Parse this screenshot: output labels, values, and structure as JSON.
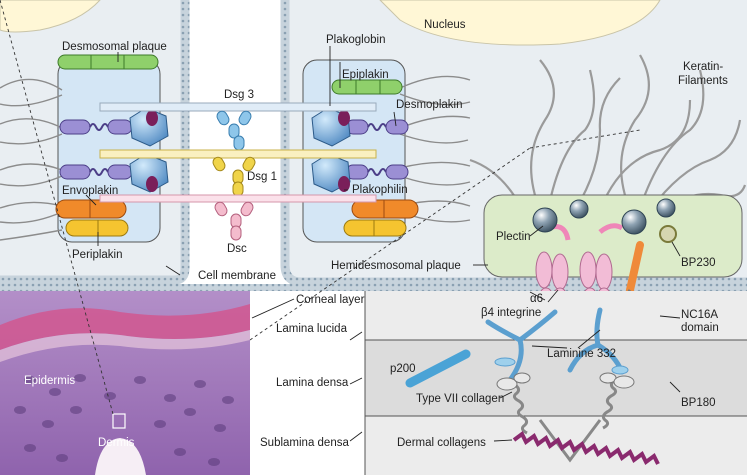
{
  "labels": {
    "nucleus": "Nucleus",
    "desmosomal_plaque": "Desmosomal plaque",
    "plakoglobin": "Plakoglobin",
    "epiplakin": "Epiplakin",
    "dsg3": "Dsg 3",
    "desmoplakin": "Desmoplakin",
    "dsg1": "Dsg 1",
    "plakophilin": "Plakophilin",
    "envoplakin": "Envoplakin",
    "periplakin": "Periplakin",
    "dsc": "Dsc",
    "cell_membrane": "Cell membrane",
    "hemidesmosomal_plaque": "Hemidesmosomal plaque",
    "keratin_line1": "Keratin-",
    "keratin_line2": "Filaments",
    "plectin": "Plectin",
    "bp230": "BP230",
    "alpha6": "α6",
    "beta4_integrine": "β4 integrine",
    "nc16a_line1": "NC16A",
    "nc16a_line2": "domain",
    "laminine332": "Laminine 332",
    "p200": "p200",
    "type7_collagen": "Type VII collagen",
    "bp180": "BP180",
    "dermal_collagens": "Dermal collagens",
    "corneal_layer": "Corneal layer",
    "epidermis": "Epidermis",
    "dermis": "Dermis",
    "lamina_lucida": "Lamina lucida",
    "lamina_densa": "Lamina densa",
    "sublamina_densa": "Sublamina densa"
  },
  "colors": {
    "cell_fill": "#e9eef2",
    "membrane": "#9fb3c2",
    "nucleus": "#fff7d6",
    "plaque_blue": "#d4e6f5",
    "hemi_green": "#dcebc9",
    "epiplakin_green": "#8fd06b",
    "plakin_purple": "#9b8fd4",
    "plakoglobin_blue": "#6fa6d6",
    "dsg3_blue": "#8ec6ea",
    "dsg1_yellow": "#f0d44a",
    "dsc_pink": "#f4bccd",
    "envoplakin_orange": "#f08a2a",
    "periplakin_yellow": "#f5c430",
    "integrin_pink": "#f2bcd6",
    "laminin_blue": "#9ed0ec",
    "bp180_orange": "#ef8a3a",
    "bp230_olive": "#9a9a52",
    "dermal_collagen": "#8a2a6e",
    "tissue_purple": "#9a6cb0"
  }
}
